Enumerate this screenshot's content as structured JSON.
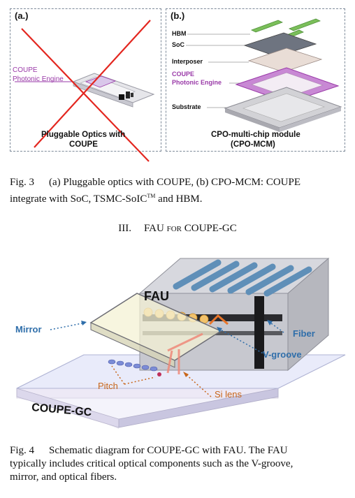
{
  "fig3": {
    "panel_a": {
      "tag": "(a.)",
      "coupe_label": "COUPE",
      "engine_label": "Photonic Engine",
      "caption_line1": "Pluggable Optics with",
      "caption_line2": "COUPE"
    },
    "panel_b": {
      "tag": "(b.)",
      "hbm": "HBM",
      "soc": "SoC",
      "interposer": "Interposer",
      "coupe": "COUPE",
      "engine": "Photonic Engine",
      "substrate": "Substrate",
      "caption_line1": "CPO-multi-chip module",
      "caption_line2": "(CPO-MCM)"
    },
    "caption_prefix": "Fig. 3",
    "caption_line1": "(a) Pluggable optics with COUPE, (b) CPO-MCM: COUPE",
    "caption_line2_a": "integrate with SoC, TSMC-SoIC",
    "caption_tm": "TM",
    "caption_line2_b": " and HBM."
  },
  "section": {
    "number": "III.",
    "title_a": "FAU",
    "title_small": "FOR",
    "title_b": "COUPE-GC"
  },
  "fig4": {
    "fau": "FAU",
    "mirror": "Mirror",
    "fiber": "Fiber",
    "vgroove": "V-groove",
    "pitch": "Pitch",
    "silens": "Si lens",
    "chip": "COUPE-GC",
    "caption_prefix": "Fig. 4",
    "caption_line1": "Schematic diagram for COUPE-GC with FAU. The FAU",
    "caption_line2": "typically includes critical optical components such as the V-groove,",
    "caption_line3": "mirror, and optical fibers."
  },
  "colors": {
    "red_cross": "#e3261f",
    "coupe_purple": "#9a3aa8",
    "label_blue": "#2f6eaa",
    "label_orange": "#c8661a"
  }
}
